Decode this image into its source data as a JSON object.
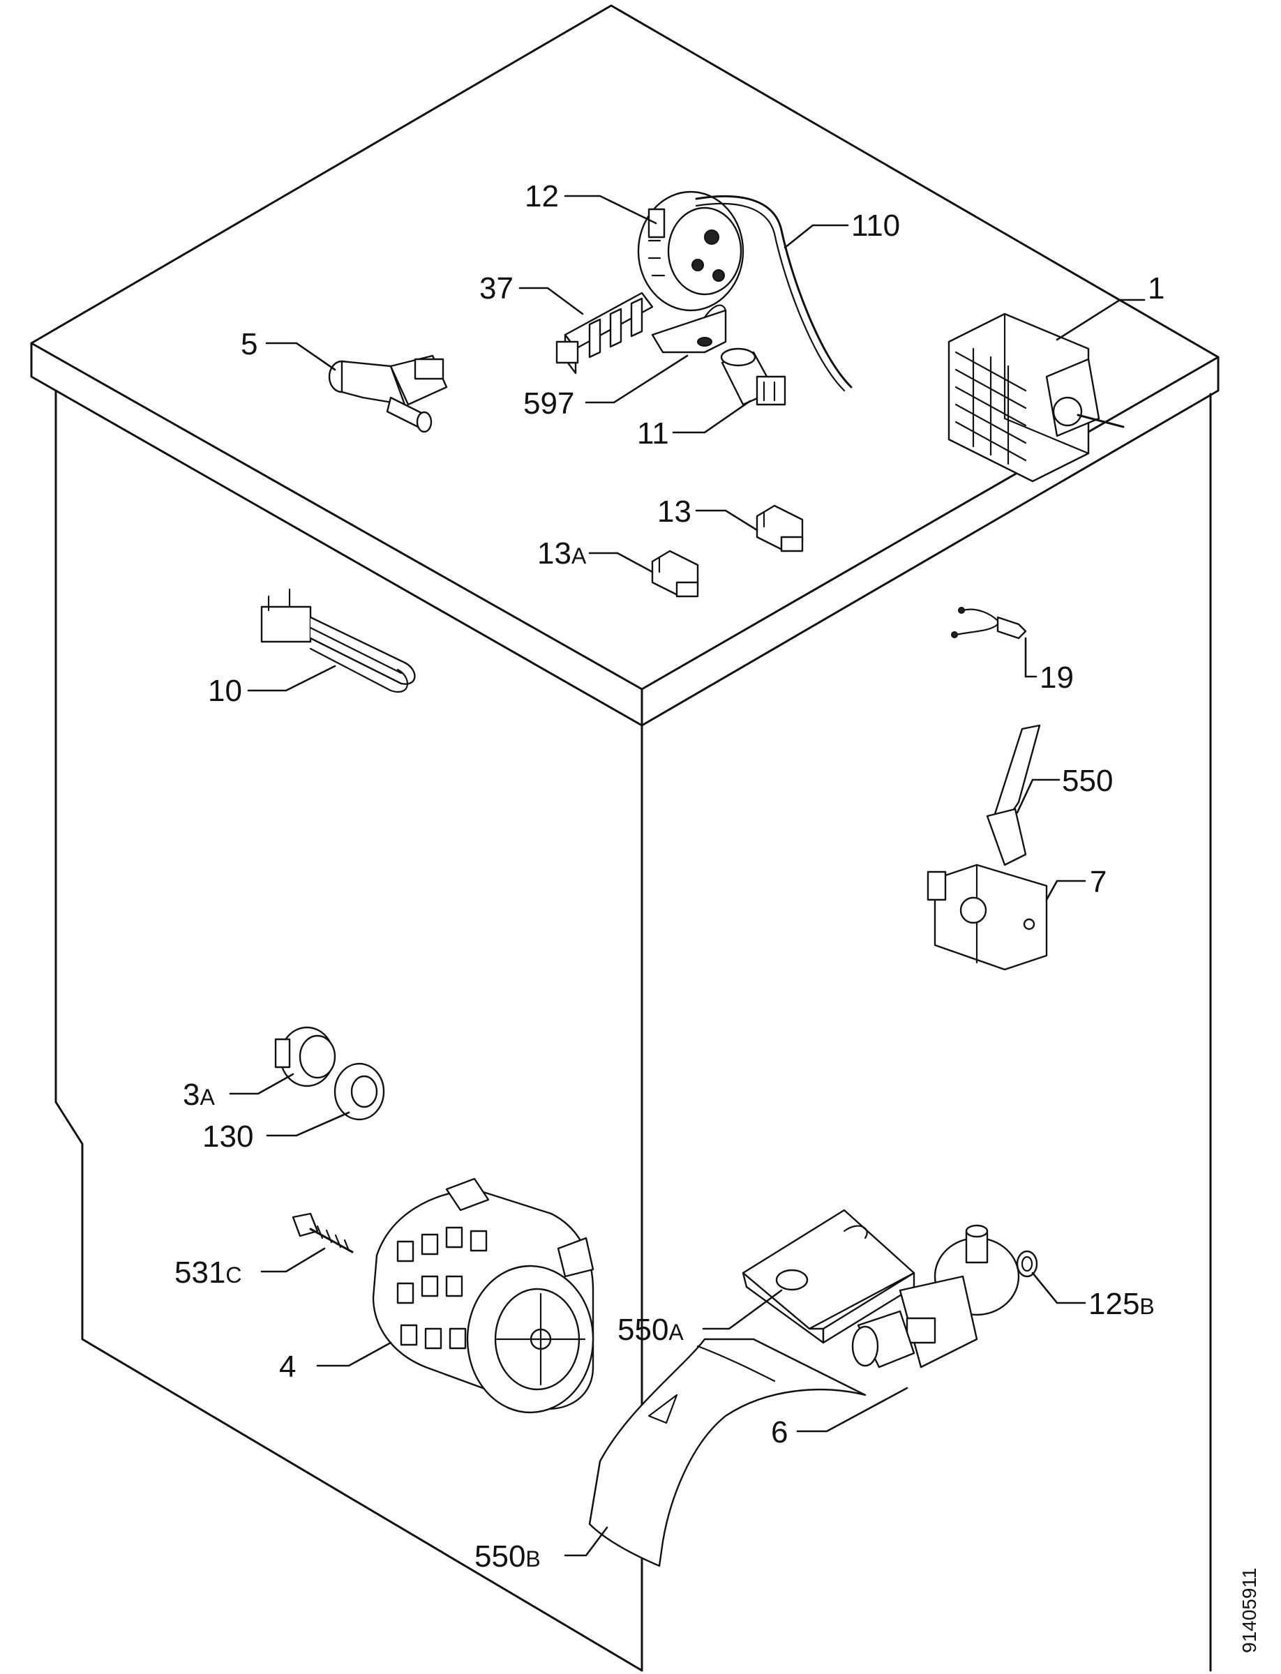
{
  "parts": [
    {
      "id": "p1",
      "main": "1",
      "suffix": ""
    },
    {
      "id": "p12",
      "main": "12",
      "suffix": ""
    },
    {
      "id": "p110",
      "main": "110",
      "suffix": ""
    },
    {
      "id": "p37",
      "main": "37",
      "suffix": ""
    },
    {
      "id": "p5",
      "main": "5",
      "suffix": ""
    },
    {
      "id": "p597",
      "main": "597",
      "suffix": ""
    },
    {
      "id": "p11",
      "main": "11",
      "suffix": ""
    },
    {
      "id": "p13",
      "main": "13",
      "suffix": ""
    },
    {
      "id": "p13a",
      "main": "13",
      "suffix": "A"
    },
    {
      "id": "p10",
      "main": "10",
      "suffix": ""
    },
    {
      "id": "p19",
      "main": "19",
      "suffix": ""
    },
    {
      "id": "p550",
      "main": "550",
      "suffix": ""
    },
    {
      "id": "p7",
      "main": "7",
      "suffix": ""
    },
    {
      "id": "p3a",
      "main": "3",
      "suffix": "A"
    },
    {
      "id": "p130",
      "main": "130",
      "suffix": ""
    },
    {
      "id": "p531c",
      "main": "531",
      "suffix": "C"
    },
    {
      "id": "p4",
      "main": "4",
      "suffix": ""
    },
    {
      "id": "p550a",
      "main": "550",
      "suffix": "A"
    },
    {
      "id": "p125b",
      "main": "125",
      "suffix": "B"
    },
    {
      "id": "p6",
      "main": "6",
      "suffix": ""
    },
    {
      "id": "p550b",
      "main": "550",
      "suffix": "B"
    }
  ],
  "document_id": "91405911"
}
